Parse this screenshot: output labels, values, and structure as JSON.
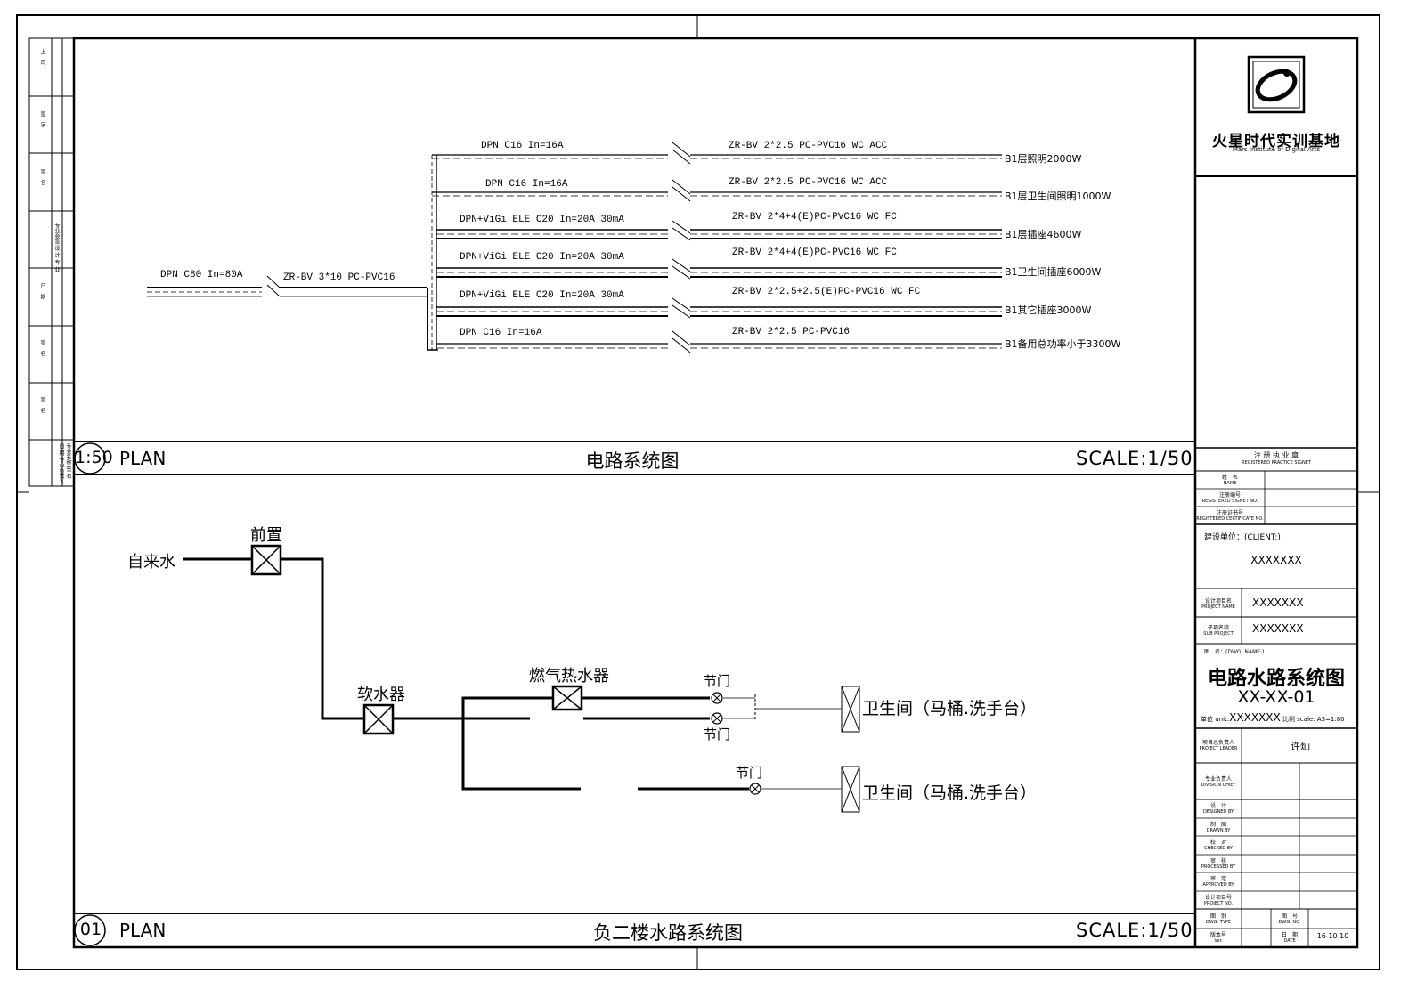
{
  "electrical": {
    "main_breaker": "DPN C80 In=80A",
    "main_cable": "ZR-BV 3*10 PC-PVC16",
    "circuits": [
      {
        "breaker": "DPN C16 In=16A",
        "cable": "ZR-BV 2*2.5 PC-PVC16 WC ACC",
        "load": "B1层照明2000W"
      },
      {
        "breaker": "DPN C16 In=16A",
        "cable": "ZR-BV 2*2.5 PC-PVC16 WC ACC",
        "load": "B1层卫生间照明1000W"
      },
      {
        "breaker": "DPN+ViGi ELE C20 In=20A 30mA",
        "cable": "ZR-BV 2*4+4(E)PC-PVC16 WC FC",
        "load": "B1层插座4600W"
      },
      {
        "breaker": "DPN+ViGi ELE C20 In=20A 30mA",
        "cable": "ZR-BV 2*4+4(E)PC-PVC16 WC FC",
        "load": "B1卫生间插座6000W"
      },
      {
        "breaker": "DPN+ViGi ELE C20 In=20A 30mA",
        "cable": "ZR-BV 2*2.5+2.5(E)PC-PVC16 WC FC",
        "load": "B1其它插座3000W"
      },
      {
        "breaker": "DPN C16 In=16A",
        "cable": "ZR-BV 2*2.5 PC-PVC16",
        "load": "B1备用总功率小于3300W"
      }
    ],
    "footer": {
      "number": "1:50",
      "plan": "PLAN",
      "title": "电路系统图",
      "scale": "SCALE:1/50"
    }
  },
  "water": {
    "source": "自来水",
    "prefilter": "前置",
    "softener": "软水器",
    "heater": "燃气热水器",
    "valve_label": "节门",
    "fixture_label": "卫生间（马桶.洗手台）",
    "footer": {
      "number": "01",
      "plan": "PLAN",
      "title": "负二楼水路系统图",
      "scale": "SCALE:1/50"
    }
  },
  "title_block": {
    "company": "火星时代实训基地",
    "company_en": "Mars Institute of Digital Arts",
    "reg_seal": "注 册 执 业 章",
    "reg_seal_en": "REGISTERED PRACTICE SIGNET",
    "name_label": "姓　名",
    "name_label_en": "NAME",
    "reg_no_label": "注册编号",
    "reg_no_label_en": "REGISTERED SIGNET NO.",
    "cert_label": "注册证书号",
    "cert_label_en": "REGISTERED CERTIFICATE NO.",
    "client_label": "建设单位：(CLIENT:)",
    "client_value": "XXXXXXX",
    "project_label": "设计项目名",
    "project_label_en": "PROJECT NAME",
    "project_value": "XXXXXXX",
    "sub_label": "子项名称",
    "sub_label_en": "SUB PROJECT",
    "sub_value": "XXXXXXX",
    "dwg_label": "图　名：(DWG. NAME:)",
    "drawing_title": "电路水路系统图",
    "drawing_no": "XX-XX-01",
    "unit_prefix": "单位 unit:",
    "unit_value": "XXXXXXX",
    "scale_text": "比例 scale: A3=1:80",
    "leader_label": "项目总负责人",
    "leader_label_en": "PROJECT LEADER",
    "leader_value": "许灿",
    "chief_label": "专业负责人",
    "chief_label_en": "DIVISION CHIEF",
    "designed": "设　计",
    "designed_en": "DESIGNED BY",
    "drawn": "制　图",
    "drawn_en": "DRAWN BY",
    "checked": "校　对",
    "checked_en": "CHECKED BY",
    "processed": "审　核",
    "processed_en": "PROCESSED BY",
    "approved": "审　定",
    "approved_en": "APPROVED BY",
    "project_no": "设计项目号",
    "project_no_en": "PROJECT NO.",
    "type_label": "图　别",
    "type_label_en": "DWG. TYPE",
    "dwg_no_label": "图　号",
    "dwg_no_label_en": "DWG. NO.",
    "version_label": "版本号",
    "version_label_en": "Ver.",
    "date_label": "日　期",
    "date_label_en": "DATE",
    "date_value": "16 10 10"
  },
  "left_strip": {
    "cells": [
      "上　司",
      "签　字",
      "签　名",
      "专业会签 设 计 专 业",
      "日　期",
      "签　名",
      "签　名"
    ],
    "bottom": "专业名称 签 名 日 期 专业负责人"
  }
}
